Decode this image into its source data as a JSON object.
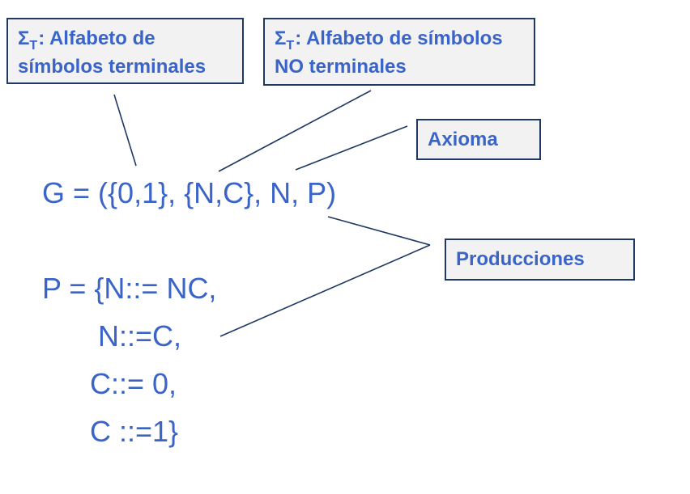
{
  "callouts": {
    "terminales": {
      "symbol": "Σ",
      "subscript": "T",
      "line1": ": Alfabeto de",
      "line2": "símbolos terminales"
    },
    "no_terminales": {
      "symbol": "Σ",
      "subscript": "T",
      "line1": ": Alfabeto de símbolos",
      "line2": "NO terminales"
    },
    "axioma": {
      "label": "Axioma"
    },
    "producciones": {
      "label": "Producciones"
    }
  },
  "grammar": {
    "definition": "G = ({0,1}, {N,C}, N, P)",
    "productions": [
      "P = {N::= NC,",
      "N::=C,",
      "C::= 0,",
      "C ::=1}"
    ]
  },
  "colors": {
    "text": "#3a64c8",
    "border": "#1f3864",
    "box_fill": "#f2f2f2"
  }
}
